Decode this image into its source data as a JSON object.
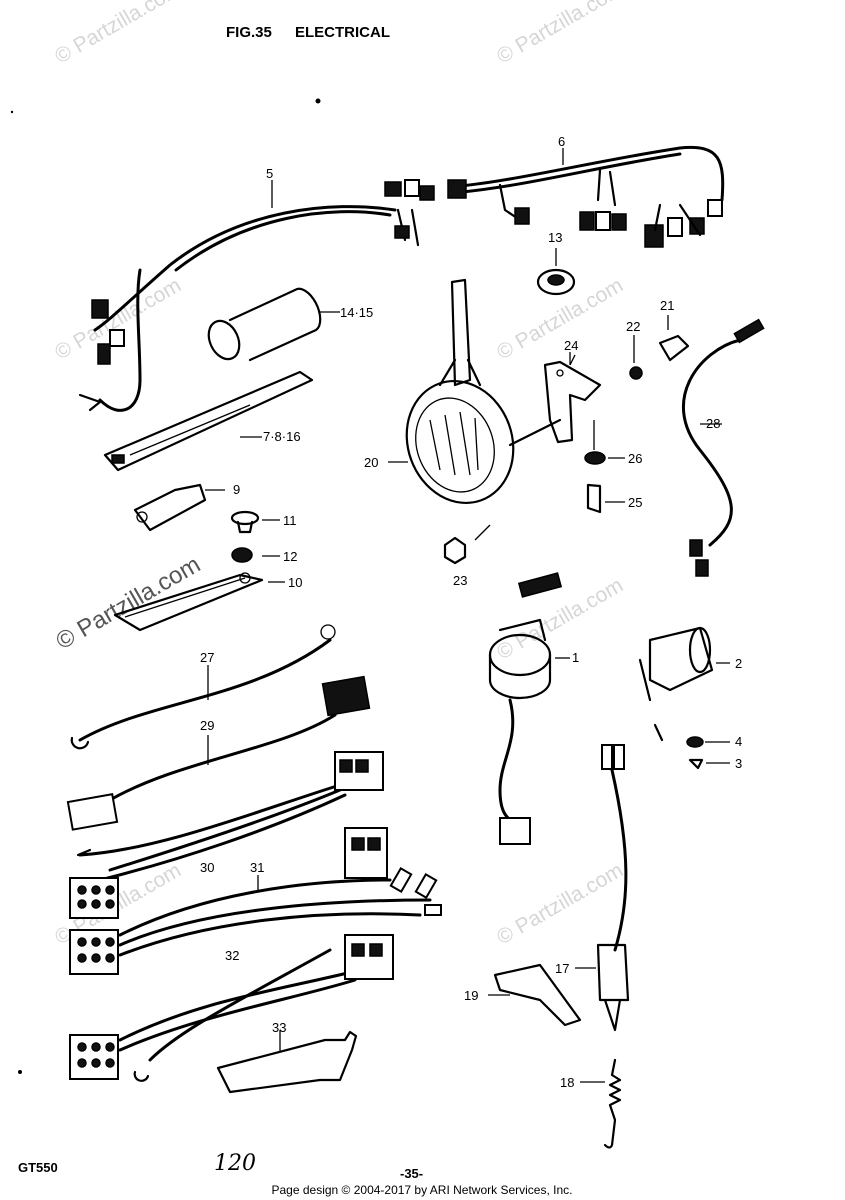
{
  "header": {
    "figure_label": "FIG.35",
    "title": "ELECTRICAL"
  },
  "watermark": "© Partzilla.com",
  "callouts": [
    {
      "id": "c1",
      "text": "1"
    },
    {
      "id": "c2",
      "text": "2"
    },
    {
      "id": "c3",
      "text": "3"
    },
    {
      "id": "c4",
      "text": "4"
    },
    {
      "id": "c5",
      "text": "5"
    },
    {
      "id": "c6",
      "text": "6"
    },
    {
      "id": "c7",
      "text": "7·8·16"
    },
    {
      "id": "c9",
      "text": "9"
    },
    {
      "id": "c10",
      "text": "10"
    },
    {
      "id": "c11",
      "text": "11"
    },
    {
      "id": "c12",
      "text": "12"
    },
    {
      "id": "c13",
      "text": "13"
    },
    {
      "id": "c14",
      "text": "14·15"
    },
    {
      "id": "c17",
      "text": "17"
    },
    {
      "id": "c18",
      "text": "18"
    },
    {
      "id": "c19",
      "text": "19"
    },
    {
      "id": "c20",
      "text": "20"
    },
    {
      "id": "c21",
      "text": "21"
    },
    {
      "id": "c22",
      "text": "22"
    },
    {
      "id": "c23",
      "text": "23"
    },
    {
      "id": "c24",
      "text": "24"
    },
    {
      "id": "c25",
      "text": "25"
    },
    {
      "id": "c26",
      "text": "26"
    },
    {
      "id": "c27",
      "text": "27"
    },
    {
      "id": "c28",
      "text": "28"
    },
    {
      "id": "c29",
      "text": "29"
    },
    {
      "id": "c30",
      "text": "30"
    },
    {
      "id": "c31",
      "text": "31"
    },
    {
      "id": "c32",
      "text": "32"
    },
    {
      "id": "c33",
      "text": "33"
    }
  ],
  "footer": {
    "model": "GT550",
    "handwritten": "120",
    "page_number": "-35-",
    "copyright": "Page design © 2004-2017 by ARI Network Services, Inc."
  }
}
